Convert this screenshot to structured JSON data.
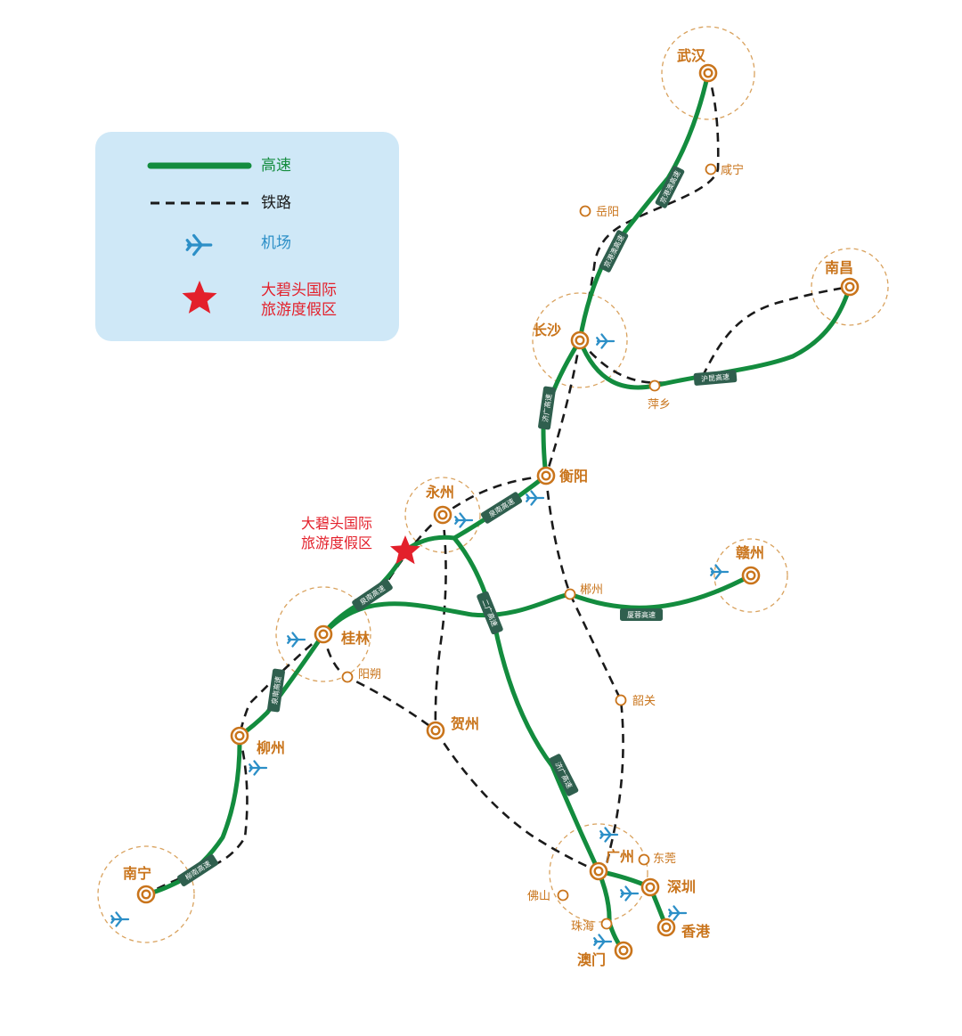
{
  "legend": {
    "highway": "高速",
    "railway": "铁路",
    "airport": "机场",
    "resort_line1": "大碧头国际",
    "resort_line2": "旅游度假区"
  },
  "colors": {
    "highway": "#138c3e",
    "railway": "#1a1a1a",
    "city_ring": "#c9741b",
    "airport": "#2c8fc7",
    "resort": "#e3202b",
    "road_tag": "#2f5f4e",
    "legend_bg": "#cfe8f7"
  },
  "map": {
    "resort_label_line1": "大碧头国际",
    "resort_label_line2": "旅游度假区",
    "major_cities": [
      {
        "id": "wuhan",
        "label": "武汉"
      },
      {
        "id": "nanchang",
        "label": "南昌"
      },
      {
        "id": "changsha",
        "label": "长沙"
      },
      {
        "id": "hengyang",
        "label": "衡阳"
      },
      {
        "id": "yongzhou",
        "label": "永州"
      },
      {
        "id": "ganzhou",
        "label": "赣州"
      },
      {
        "id": "guilin",
        "label": "桂林"
      },
      {
        "id": "liuzhou",
        "label": "柳州"
      },
      {
        "id": "hezhou",
        "label": "贺州"
      },
      {
        "id": "nanning",
        "label": "南宁"
      },
      {
        "id": "guangzhou",
        "label": "广州"
      },
      {
        "id": "shenzhen",
        "label": "深圳"
      },
      {
        "id": "hongkong",
        "label": "香港"
      },
      {
        "id": "macau",
        "label": "澳门"
      }
    ],
    "minor_cities": [
      {
        "id": "xianning",
        "label": "咸宁"
      },
      {
        "id": "yueyang",
        "label": "岳阳"
      },
      {
        "id": "pingxiang",
        "label": "萍乡"
      },
      {
        "id": "chenzhou",
        "label": "郴州"
      },
      {
        "id": "yangshuo",
        "label": "阳朔"
      },
      {
        "id": "shaoguan",
        "label": "韶关"
      },
      {
        "id": "dongguan",
        "label": "东莞"
      },
      {
        "id": "foshan",
        "label": "佛山"
      },
      {
        "id": "zhuhai",
        "label": "珠海"
      }
    ],
    "road_tags": [
      {
        "id": "tag-jinggang-1",
        "label": "京港澳高速"
      },
      {
        "id": "tag-jinggang-2",
        "label": "京港澳高速"
      },
      {
        "id": "tag-hukun",
        "label": "沪昆高速"
      },
      {
        "id": "tag-jiguang-1",
        "label": "济广高速"
      },
      {
        "id": "tag-quannan",
        "label": "泉南高速"
      },
      {
        "id": "tag-erguang",
        "label": "二广高速"
      },
      {
        "id": "tag-xiarong",
        "label": "厦蓉高速"
      },
      {
        "id": "tag-quannan-2",
        "label": "泉南高速"
      },
      {
        "id": "tag-jiguang-2",
        "label": "济广高速"
      },
      {
        "id": "tag-liunan",
        "label": "柳南高速"
      },
      {
        "id": "tag-quannan-3",
        "label": "泉南高速"
      }
    ]
  }
}
